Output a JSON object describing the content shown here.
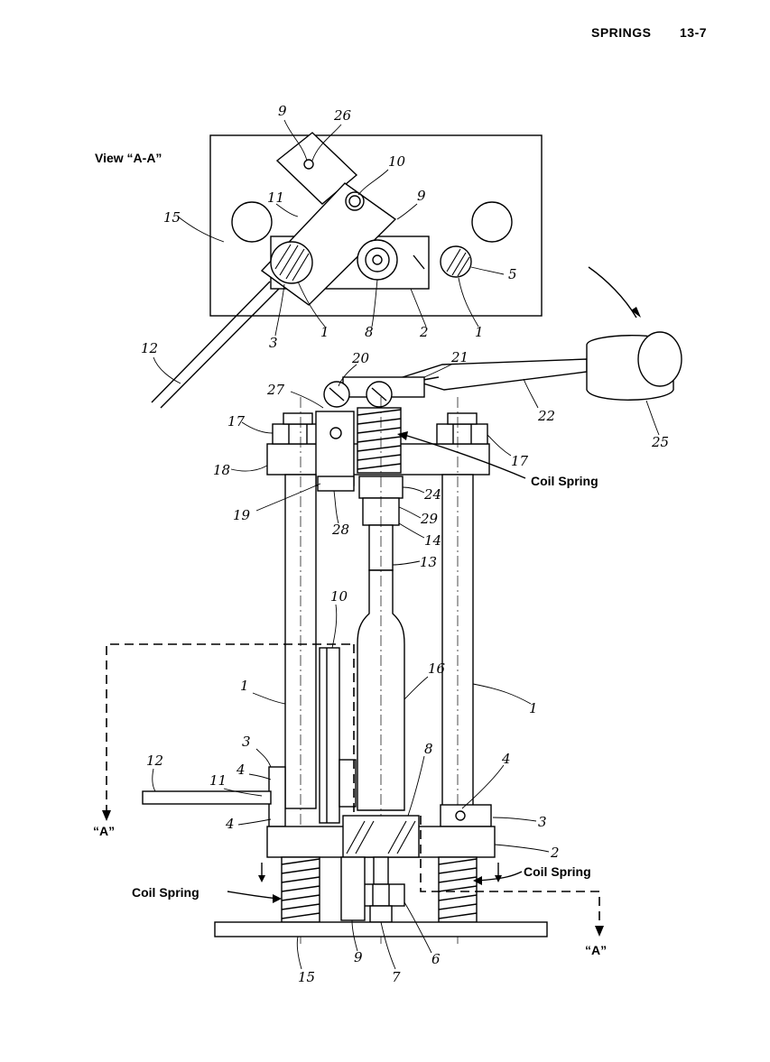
{
  "header": {
    "section": "SPRINGS",
    "page": "13-7"
  },
  "labels": {
    "view": "View “A-A”",
    "coil_spring_top": "Coil Spring",
    "coil_spring_right": "Coil Spring",
    "coil_spring_left": "Coil Spring",
    "section_a_left": "“A”",
    "section_a_right": "“A”"
  },
  "callouts": {
    "n9a": "9",
    "n26": "26",
    "n10a": "10",
    "n9b": "9",
    "n11a": "11",
    "n15a": "15",
    "n5": "5",
    "n3a": "3",
    "n1a": "1",
    "n8a": "8",
    "n2a": "2",
    "n1b": "1",
    "n12a": "12",
    "n20": "20",
    "n21": "21",
    "n27": "27",
    "n22": "22",
    "n25": "25",
    "n17a": "17",
    "n17b": "17",
    "n18": "18",
    "n19": "19",
    "n28": "28",
    "n24": "24",
    "n29": "29",
    "n14": "14",
    "n13": "13",
    "n10b": "10",
    "n1c": "1",
    "n16": "16",
    "n1d": "1",
    "n3b": "3",
    "n8b": "8",
    "n4a": "4",
    "n12b": "12",
    "n4b": "4",
    "n11b": "11",
    "n4c": "4",
    "n3c": "3",
    "n2b": "2",
    "n15b": "15",
    "n9c": "9",
    "n7": "7",
    "n6": "6"
  }
}
